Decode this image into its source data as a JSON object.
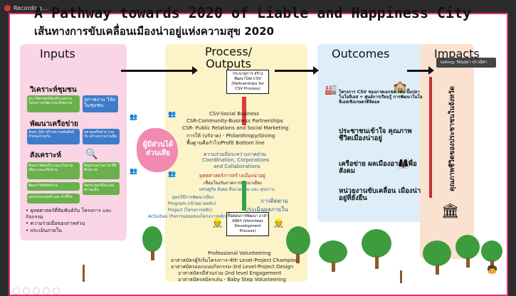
{
  "recording": {
    "label": "Recording..."
  },
  "title": {
    "line1": "A Pathway towards 2020 of Liable and Happiness City",
    "line2": "เส้นทางการขับเคลื่อนเมืองน่าอยู่แห่งความสุข 2020"
  },
  "columns": {
    "inputs": "Inputs",
    "process": "Process/\nOutputs",
    "process_line1": "Process/",
    "process_line2": "Outputs",
    "outcomes": "Outcomes",
    "impacts": "Impacts"
  },
  "inputs": {
    "s1_label": "วิเคราะห์ชุมชน",
    "s1_box1": "ประวัติศาสตร์ท้องถิ่น ผลงานโครงการนวัตกรรม ศักยภาพ",
    "s1_box2": "สภาพงาน วิจัยในชุมชน",
    "s2_label": "พัฒนาเครือข่าย",
    "s2_box1": "ค้นหา รู้จัก สร้างความสัมพันธ์ กำหนดร่วมกัน",
    "s2_box2": "ขยายเครือข่าย ร่วมกับ สร้างความร่วมมือ",
    "s3_label": "สังเคราะห์",
    "s3_box1": "ศักยภาพท้องถิ่น และนโยบายเมือง และเครือข่าย",
    "s3_box2": "ปัญหาและโอกาส ที่มีศักยภาพ",
    "s3_box3": "พัฒนาวิสัยทัศน์ร่วม",
    "s3_box4": "จัดประชุมหรือระดมความเห็น",
    "s3_box5": "ออกแบบกลยุทธ์ และ ตัวชี้วัด",
    "bullets": [
      "ยุทธศาสตร์ที่สัมพันธ์กับ โครงการ และ กิจกรรม",
      "ความร่วมมือของภาคส่วน",
      "ประเมินภายใน"
    ]
  },
  "process": {
    "csv_box": "กระบวนการ สร้างพัฒนาโดย CSV (Partnerships for CSV Process)",
    "lines": [
      "CSV-Social Business",
      "CSR-Community-Business Partnerships",
      "CSR- Public Relations and Social Marketing",
      "การให้ (บริจาค) - Philanthropy/Giving",
      "พื้นฐานคือกำไร/Profit Bottom line"
    ],
    "coord1": "ความร่วมมือระหว่างภาคส่วน",
    "coord2": "Coordination, Corporations",
    "coord3": "and Collaborations",
    "red_line": "ยุทธศาสตร์การสร้างเมืองน่าอยู่",
    "small1": "เชื่อมโยงกับภาคการพัฒนาเมือง",
    "small2": "เศรษฐกิจ สังคม สิ่งแวดล้อม และ สุขภาวะ",
    "prog1": "ยุทธวิธีการพัฒนาเมือง",
    "prog2": "Program (เป้าหมายหลัก)",
    "prog3": "Project (โครงการหลัก)",
    "prog4": "Activities (กิจกรรมย่อยของโครงการหลัก)",
    "monitor1": "การติดตาม",
    "monitor2": "ประเมินผลภายใน",
    "vol_box": "ขั้นตอนการพัฒนา อาสาสมัคร (Volunteer Development Process)",
    "vol_lines": [
      "Professional Volunteering",
      "อาสาสมัครผู้ริเริ่มโครงการ-4th Level-Project Champion",
      "อาสาสมัครออกแบบกิจกรรม-3rd Level-Project Design",
      "อาสาสมัครมีส่วนร่วม-2nd level Engagement",
      "อาสาสมัครสมัครเล่น - Baby Step Volunteering"
    ]
  },
  "stakeholder": {
    "label": "ผู้มีส่วนได้ส่วนเสีย"
  },
  "outcomes": {
    "o1": "โครงการ CSV ของภาคเอกชน เช่น ปั๊มปลา โนโอลีเอส + ศูนย์การเรียนรู้ การพัฒนาโนโอลีเอสเชิงเกษตรดิจิตอล",
    "o2": "ประชาชนเข้าใจ คุณภาพชีวิตเมืองน่าอยู่",
    "o3": "เครือข่าย ผลเมืองอาสาเพื่อสังคม",
    "o4": "หน่วยงานขับเคลื่อน เมืองน่าอยู่ที่ยั่งยืน"
  },
  "impacts": {
    "vertical": "คุณภาพชีวิตของประชาชนในจังหวัด"
  },
  "tooltip": {
    "text": "talking: รัตนสุดา ปราณีศา"
  }
}
